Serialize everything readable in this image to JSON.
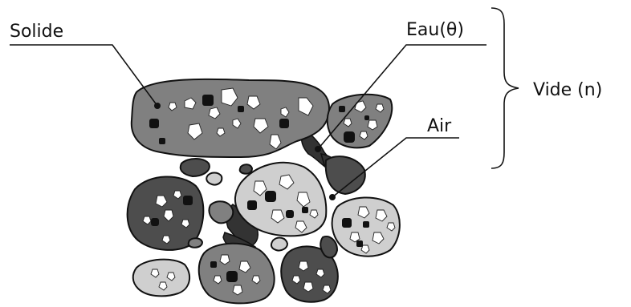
{
  "labels": {
    "solid": "Solide",
    "water": "Eau(θ)",
    "air": "Air",
    "void": "Vide (n)"
  },
  "colors": {
    "water_fill": "#333333",
    "aggregate_dark": "#4d4d4d",
    "aggregate_mid": "#808080",
    "aggregate_light": "#cfcfcf",
    "outline": "#111111"
  }
}
